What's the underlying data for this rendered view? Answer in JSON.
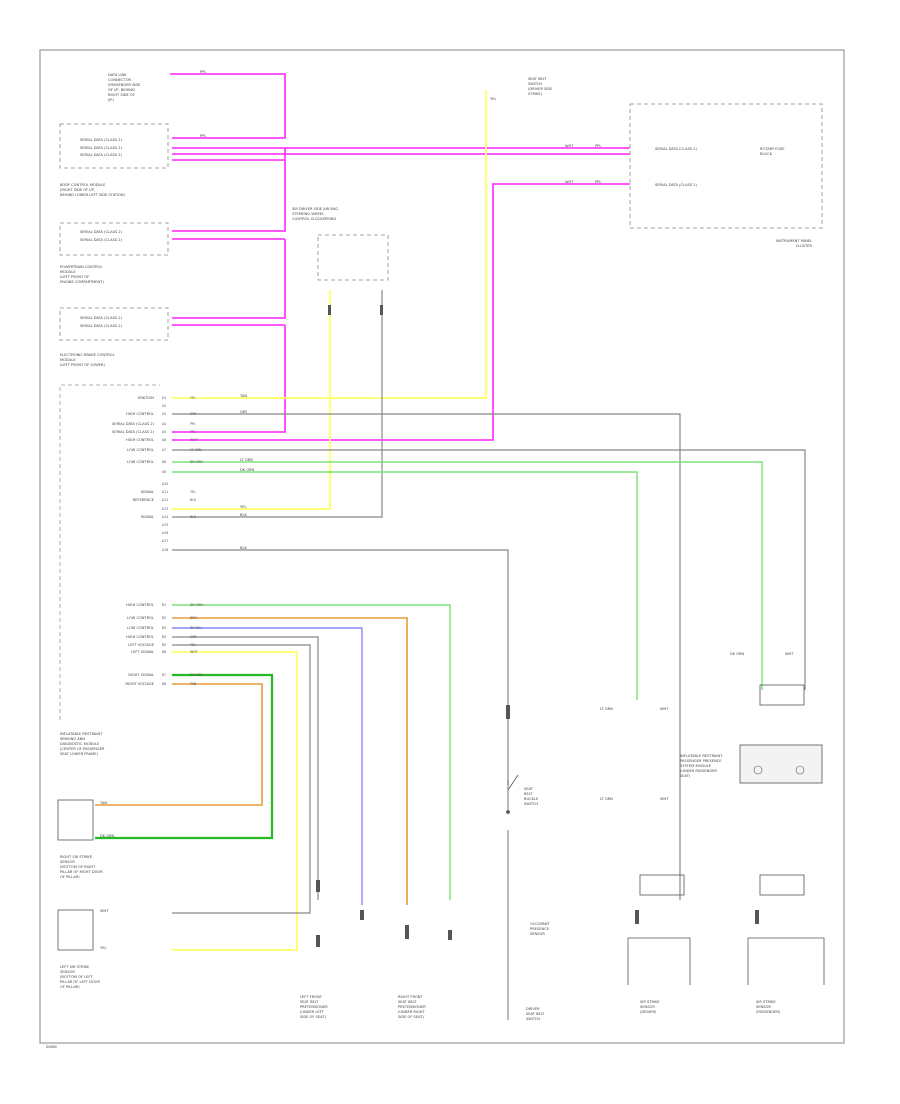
{
  "colors": {
    "pink": "#ff40ff",
    "yellow": "#ffff66",
    "green": "#7be27b",
    "dark_green": "#22bb22",
    "orange": "#e89a3c",
    "blue": "#8888ff",
    "gray": "#888888",
    "black": "#333333",
    "frame": "#999999"
  },
  "diagram": {
    "footer_code": "D06N0",
    "components": {
      "data_link": [
        "DATA LINK",
        "CONNECTOR",
        "(PASSENGER SIDE",
        "OF I/P, BEHIND",
        "RIGHT SIDE OF",
        "I/P)"
      ],
      "body_control": [
        "BODY CONTROL MODULE",
        "(RIGHT SIDE OF I/P,",
        "BEHIND LOWER LEFT SIDE STATION)"
      ],
      "powertrain": [
        "POWERTRAIN CONTROL",
        "MODULE",
        "(LEFT FRONT OF",
        "ENGINE COMPARTMENT)"
      ],
      "electronic_brake": [
        "ELECTRONIC BRAKE CONTROL",
        "MODULE",
        "(LEFT FRONT OF LOWER)"
      ],
      "instrument_cluster": [
        "INSTRUMENT PANEL",
        "CLUSTER"
      ],
      "steering_wheel": [
        "SIR DRIVER SIDE AIR BAG",
        "STEERING WHEEL",
        "CONTROL CLOCKSPRING"
      ],
      "rotary_fuse": [
        "ROTARY FUSE",
        "BLOCK"
      ],
      "sdm": [
        "INFLATABLE RESTRAINT",
        "SENSING AND",
        "DIAGNOSTIC MODULE",
        "(CENTER OF PASSENGER",
        "SEAT LOWER FRAME)"
      ],
      "right_sensor": [
        "RIGHT SIR STRIKE",
        "SENSOR",
        "(BOTTOM OF RIGHT",
        "PILLAR OF RIGHT DOOR",
        "OF PILLAR)"
      ],
      "left_sensor": [
        "LEFT SIR STRIKE",
        "SENSOR",
        "(BOTTOM OF LEFT",
        "PILLAR OF LEFT DOOR",
        "OF PILLAR)"
      ],
      "left_front": [
        "LEFT FRONT",
        "SEAT BELT",
        "PRETENSIONER",
        "(UNDER LEFT",
        "SIDE OF SEAT)"
      ],
      "right_front": [
        "RIGHT FRONT",
        "SEAT BELT",
        "PRETENSIONER",
        "(UNDER RIGHT",
        "SIDE OF SEAT)"
      ],
      "buckle_switch": [
        "SEAT",
        "BELT",
        "BUCKLE",
        "SWITCH"
      ],
      "passenger_presence": [
        "OCCUPANT",
        "PRESENCE",
        "SENSOR"
      ],
      "inflatable_left": [
        "SIR STRIKE",
        "SENSOR",
        "(DRIVER)"
      ],
      "inflatable_right": [
        "SIR STRIKE",
        "SENSOR",
        "(PASSENGER)"
      ],
      "pass_seat_module": [
        "INFLATABLE RESTRAINT",
        "PASSENGER PRESENCE",
        "SYSTEM MODULE",
        "(UNDER PASSENGER",
        "SEAT)"
      ],
      "driver_switch": [
        "DRIVER",
        "SEAT BELT",
        "SWITCH"
      ],
      "seat_belt_sw": [
        "SEAT BELT",
        "SWITCH",
        "(DRIVER SIDE",
        "STRIKE)"
      ]
    },
    "module_pins": [
      {
        "pin": "A1",
        "label": "IGNITION",
        "wire": "YEL"
      },
      {
        "pin": "A2",
        "label": "",
        "wire": ""
      },
      {
        "pin": "A3",
        "label": "HIGH CONTROL",
        "wire": "GRY"
      },
      {
        "pin": "A4",
        "label": "SERIAL DATA (CLASS 2)",
        "wire": "PPL"
      },
      {
        "pin": "A5",
        "label": "SERIAL DATA (CLASS 2)",
        "wire": "PPL"
      },
      {
        "pin": "A6",
        "label": "HIGH CONTROL",
        "wire": "WHT"
      },
      {
        "pin": "A7",
        "label": "LOW CONTROL",
        "wire": "LT GRN"
      },
      {
        "pin": "A8",
        "label": "LOW CONTROL",
        "wire": "DK GRN"
      },
      {
        "pin": "A9",
        "label": "",
        "wire": ""
      },
      {
        "pin": "A10",
        "label": "",
        "wire": ""
      },
      {
        "pin": "A11",
        "label": "SIGNAL",
        "wire": "YEL"
      },
      {
        "pin": "A12",
        "label": "REFERENCE",
        "wire": "BLK"
      },
      {
        "pin": "A13",
        "label": "",
        "wire": ""
      },
      {
        "pin": "A14",
        "label": "SIGNAL",
        "wire": "BLK"
      },
      {
        "pin": "A15",
        "label": "",
        "wire": ""
      },
      {
        "pin": "A16",
        "label": "",
        "wire": ""
      },
      {
        "pin": "A17",
        "label": "",
        "wire": ""
      },
      {
        "pin": "A18",
        "label": "",
        "wire": ""
      },
      {
        "pin": "B1",
        "label": "HIGH CONTROL",
        "wire": "DK GRN"
      },
      {
        "pin": "B2",
        "label": "LOW CONTROL",
        "wire": "BRN"
      },
      {
        "pin": "B3",
        "label": "LOW CONTROL",
        "wire": "DK BLU"
      },
      {
        "pin": "B4",
        "label": "HIGH CONTROL",
        "wire": "GRY"
      },
      {
        "pin": "B5",
        "label": "LEFT VOLTAGE",
        "wire": "YEL"
      },
      {
        "pin": "B6",
        "label": "LEFT SIGNAL",
        "wire": "WHT"
      },
      {
        "pin": "B7",
        "label": "RIGHT SIGNAL",
        "wire": "DK GRN"
      },
      {
        "pin": "B8",
        "label": "RIGHT VOLTAGE",
        "wire": "TAN"
      }
    ],
    "wire_labels": {
      "ppl": "PPL",
      "yel": "YEL",
      "wht": "WHT",
      "gry": "GRY",
      "tan": "TAN",
      "blk": "BLK",
      "lt_grn": "LT GRN",
      "dk_grn": "DK GRN",
      "brn": "BRN",
      "dk_blu": "DK BLU",
      "serial": "SERIAL DATA (CLASS 2)"
    }
  }
}
